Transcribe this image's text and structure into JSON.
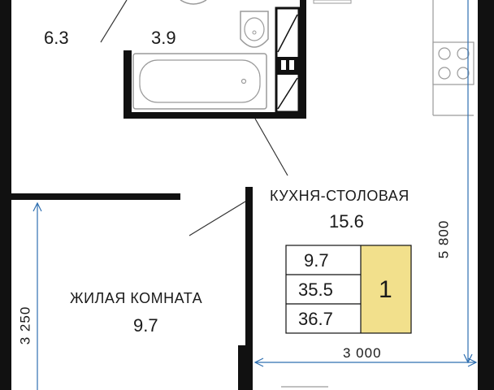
{
  "floorplan": {
    "rooms": [
      {
        "id": "hall",
        "area": "6.3"
      },
      {
        "id": "bathroom",
        "area": "3.9"
      },
      {
        "id": "kitchen",
        "name": "КУХНЯ-СТОЛОВАЯ",
        "area": "15.6"
      },
      {
        "id": "living",
        "name": "ЖИЛАЯ КОМНАТА",
        "area": "9.7"
      }
    ],
    "summary": {
      "living_area": "9.7",
      "total_area": "35.5",
      "total_area_with_balcony": "36.7",
      "rooms_count": "1",
      "highlight_color": "#f2e08c"
    },
    "dimensions": {
      "kitchen_height": "5 800",
      "kitchen_width": "3 000",
      "living_height": "3 250"
    },
    "colors": {
      "wall": "#111111",
      "line": "#333333",
      "fixture": "#9a9a9a",
      "dimension_line": "#2f6fb0"
    }
  }
}
